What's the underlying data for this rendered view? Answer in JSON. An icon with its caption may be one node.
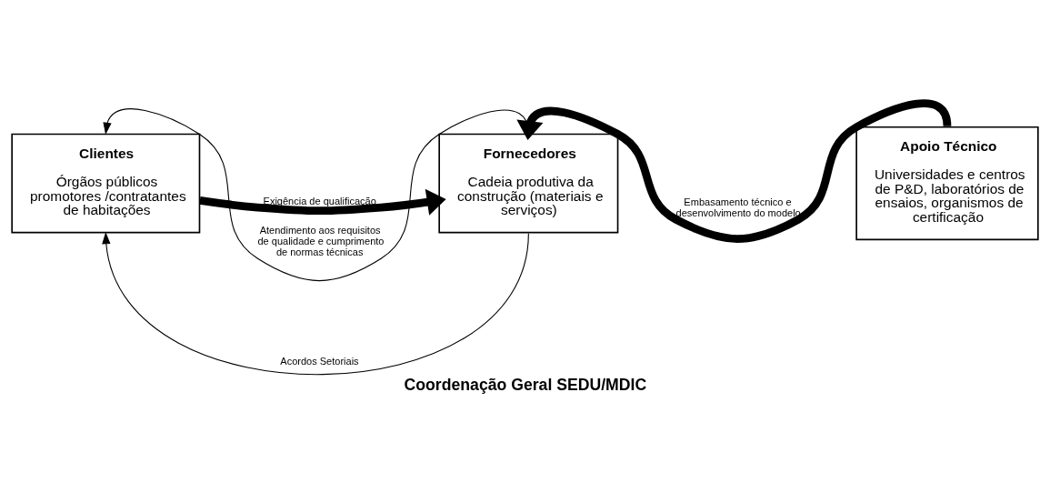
{
  "diagram": {
    "caption": "Coordenação Geral SEDU/MDIC",
    "nodes": [
      {
        "text": [
          "Clientes",
          "Órgãos públicos promotores /contratantes de habitações"
        ]
      },
      {
        "text": [
          "Fornecedores",
          "Cadeia produtiva da construção (materiais e serviços)"
        ]
      },
      {
        "text": [
          "Apoio Técnico",
          "Universidades e centros de P&D, laboratórios de ensaios, organismos de certificação"
        ]
      }
    ],
    "edges": [
      {
        "from": 0,
        "to": 1,
        "arrow": "to",
        "label": "Exigência de qualificação",
        "style": "thick"
      },
      {
        "from": 2,
        "to": 1,
        "arrow": "to",
        "label": "Embasamento técnico e desenvolvimento do modelo",
        "style": "thick"
      },
      {
        "from": 1,
        "to": 0,
        "arrow": "to",
        "label": "Atendimento aos requisitos de qualidade e cumprimento de normas técnicas"
      },
      {
        "from": 1,
        "to": 0,
        "arrow": "to",
        "label": "Acordos Setoriais"
      }
    ]
  }
}
